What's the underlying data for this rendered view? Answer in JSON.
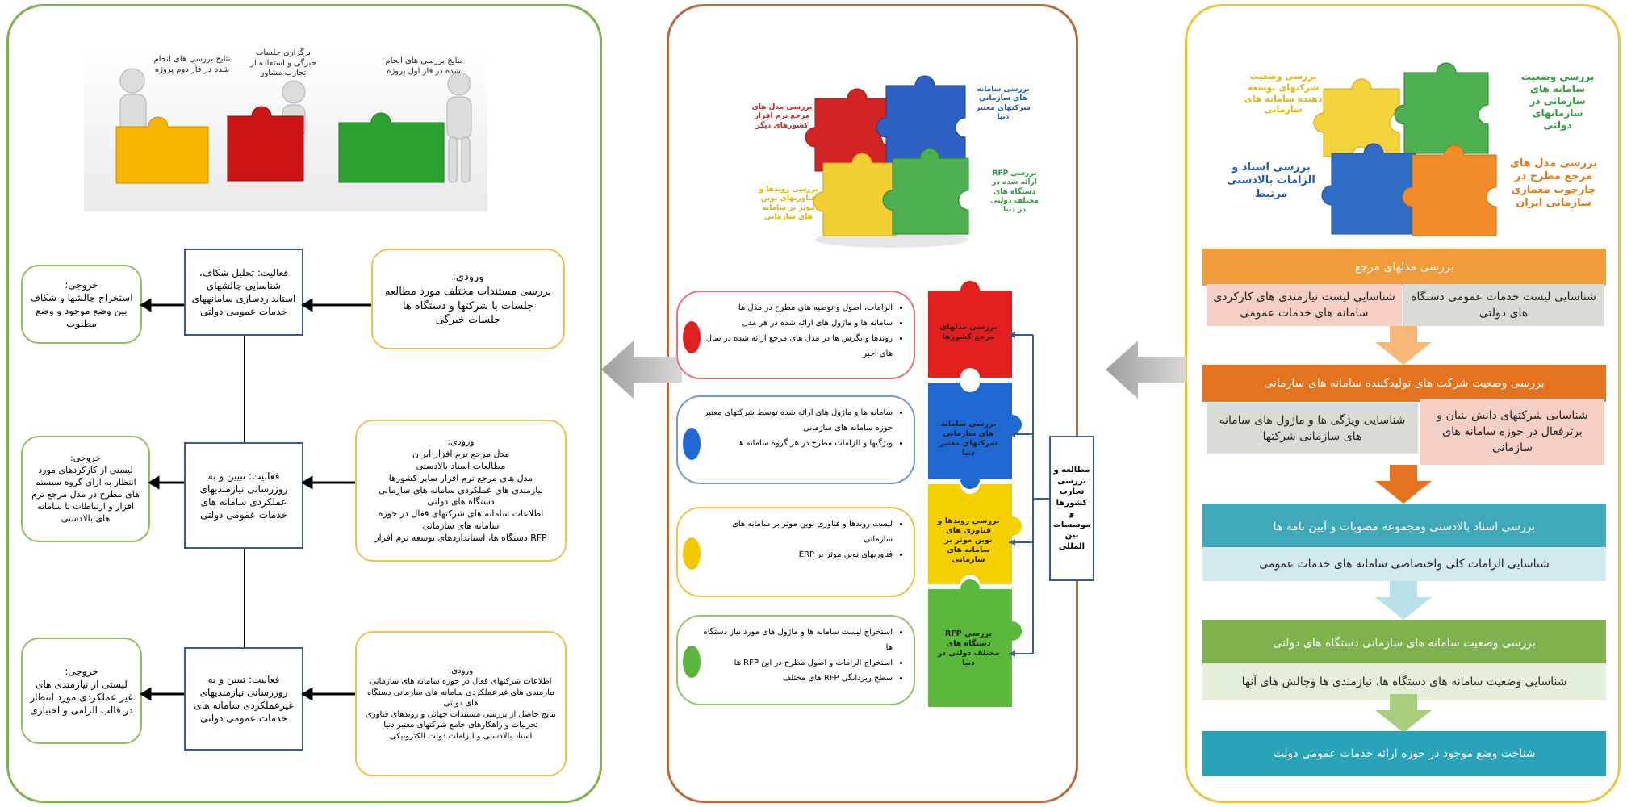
{
  "right_panel": {
    "puzzle_labels": {
      "yellow": "بررسی وضعیت شرکتهای توسعه دهنده سامانه های سازمانی",
      "green": "بررسی وضعیت سامانه های سازمانی در سازمانهای دولتی",
      "blue_left": "بررسی اسناد و الزامات بالادستی مرتبط",
      "orange": "بررسی مدل های مرجع مطرح در چارچوب معماری سازمانی ایران"
    },
    "steps": [
      {
        "title": "بررسی مدلهای مرجع",
        "sub_right": "شناسایی لیست خدمات عمومی دستگاه های دولتی",
        "sub_left": "شناسایی لیست نیازمندی های کارکردی سامانه های خدمات عمومی"
      },
      {
        "title": "بررسی وضعیت شرکت های تولیدکننده سامانه های سازمانی",
        "sub_right": "شناسایی شرکتهای دانش بنیان و برترفعال در حوزه سامانه های سازمانی",
        "sub_left": "شناسایی ویژگی ها و ماژول های سامانه های سازمانی شرکتها"
      },
      {
        "title": "بررسی اسناد بالادستی ومجموعه مصوبات و آیین نامه ها",
        "sub": "شناسایی الزامات کلی واختصاصی سامانه های خدمات عمومی"
      },
      {
        "title": "بررسی وضعیت سامانه های سازمانی دستگاه های دولتی",
        "sub": "شناسایی وضعیت سامانه های دستگاه ها، نیازمندی ها وچالش های آنها"
      },
      {
        "title": "شناخت وضع موجود در حوزه ارائه خدمات عمومی دولت"
      }
    ]
  },
  "middle_panel": {
    "puzzle_labels": {
      "red": "بررسی مدل های مرجع ترم افزار کشورهای دیگر",
      "blue": "بررسی سامانه های سازمانی شرکتهای معتبر دنیا",
      "green": "بررسی RFP ارائه شده در دستگاه های مختلف دولتی در دنیا",
      "yellow": "بررسی روندها و فناوریهای نوین موثر بر سامانه های سازمانی"
    },
    "bullet_cards": [
      {
        "items": [
          "الزامات، اصول و توصیه های مطرح در مدل ها",
          "سامانه ها و ماژول های ارائه شده در هر مدل",
          "روندها و نگرش ها در مدل های مرجع ارائه شده در سال های اخیر"
        ]
      },
      {
        "items": [
          "سامانه ها و ماژول های ارائه شده توسط شرکتهای معتبر حوزه سامانه های سازمانی",
          "ویژگیها و الزامات مطرح در هر گروه سامانه ها"
        ]
      },
      {
        "items": [
          "لیست روندها و فناوری نوین موثر بر سامانه های سازمانی",
          "فناوریهای نوین موثر بر ERP"
        ]
      },
      {
        "items": [
          "استخراج لیست سامانه ها و ماژول های مورد نیاز دستگاه ها",
          "استخراج الزامات و اصول مطرح در این RFP ها",
          "سطح ریزدانگی RFP های مختلف"
        ]
      }
    ],
    "stack_labels": [
      "بررسی مدلهای مرجع کشورها",
      "بررسی سامانه های سازمانی شرکتهای معتبر دنیا",
      "بررسی روندها و فناوری های نوین موثر بر سامانه های سازمانی",
      "بررسی RFP دستگاه های مختلف دولتی در دنیا"
    ],
    "study_box": "مطالعه و بررسی تجارب کشورها و موسسات بین المللی"
  },
  "left_panel": {
    "puzzle_labels": {
      "right": "نتایج بررسی های انجام شده در فاز اول پروژه",
      "middle": "برگزاری جلسات خبرگی و استفاده از تجارب مشاور",
      "left": "نتایج بررسی های انجام شده در فاز دوم پروژه"
    },
    "rows": [
      {
        "input": "ورودی:\nبررسی مستندات مختلف مورد مطالعه\nجلسات با شرکتها و دستگاه ها\nجلسات خبرگی",
        "activity": "فعالیت: تحلیل شکاف، شناسایی چالشهای استانداردسازی سامانههای خدمات عمومی دولتی",
        "output": "خروجی:\nاستخراج چالشها و شکاف بین وضع موجود و وضع مطلوب"
      },
      {
        "input": "ورودی:\nمدل مرجع ترم افزار ایران\nمطالعات اسناد بالادستی\nمدل های مرجع ترم افزار سایر کشورها\nنیازمندی های عملکردی سامانه های سازمانی دستگاه های دولتی\nاطلاعات سامانه های شرکتهای فعال در حوزه سامانه های سازمانی\nRFP دستگاه ها، استانداردهای توسعه نرم افزار",
        "activity": "فعالیت: تبیین و به روزرسانی نیازمندیهای عملکردی سامانه های خدمات عمومی دولتی",
        "output": "خروجی:\nلیستی از کارکردهای مورد انتظار به ازای گروه سیستم های مطرح در مدل مرجع ترم افزار و ارتباطات با سامانه های بالادستی"
      },
      {
        "input": "ورودی:\nاطلاعات شرکتهای فعال در حوزه سامانه های سازمانی\nنیازمندی های غیرعملکردی سامانه های سازمانی دستگاه های دولتی\nنتایج حاصل از بررسی مستندات جهانی و روندهای فناوری\nتجربیات و راهکارهای جامع شرکتهای معتبر دنیا\nاسناد بالادستی و الزامات دولت الکترونیکی",
        "activity": "فعالیت: تبیین و به روزرسانی نیازمندیهای غیرعملکردی سامانه های خدمات عمومی دولتی",
        "output": "خروجی:\nلیستی از نیازمندی های غیر عملکردی مورد انتظار در قالب الزامی و اختیاری"
      }
    ]
  },
  "colors": {
    "left_border": "#7fb24d",
    "middle_border": "#b86a3a",
    "right_border": "#f0c43a",
    "step1": "#f29b3a",
    "step2": "#e3731f",
    "step3": "#3fa8b9",
    "step4": "#7fb24d",
    "step5": "#2aa3b8"
  }
}
